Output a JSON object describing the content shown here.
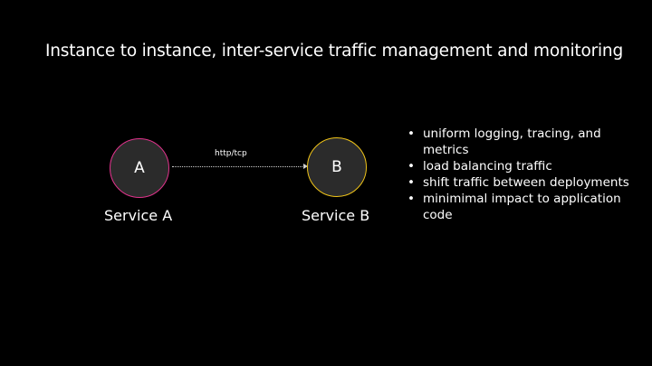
{
  "slide": {
    "title": "Instance to instance, inter-service traffic management and monitoring"
  },
  "diagram": {
    "nodes": [
      {
        "id": "A",
        "label": "A",
        "caption": "Service A",
        "border_color": "#e0338c"
      },
      {
        "id": "B",
        "label": "B",
        "caption": "Service B",
        "border_color": "#f0c419"
      }
    ],
    "edge": {
      "from": "A",
      "to": "B",
      "label": "http/tcp"
    }
  },
  "bullets": [
    "uniform logging, tracing, and metrics",
    "load balancing traffic",
    "shift traffic between deployments",
    "minimimal impact to application code"
  ],
  "colors": {
    "background": "#000000",
    "node_fill": "#2b2b2b",
    "text": "#ffffff"
  }
}
